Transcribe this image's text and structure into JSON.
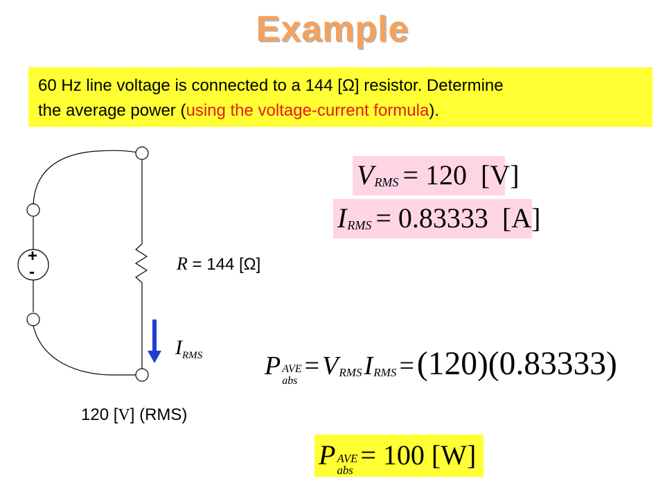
{
  "title": "Example",
  "problem": {
    "line1": "60 Hz line voltage is connected to a 144 [Ω] resistor. Determine",
    "line2_start": "the average power (",
    "line2_red": "using the voltage-current formula",
    "line2_end": ")."
  },
  "circuit": {
    "plus": "+",
    "minus": "-",
    "resistor_label_symbol": "R",
    "resistor_label_value": " = 144 [Ω]",
    "current_symbol": "I",
    "current_sub": "RMS",
    "source_label_start": "120 [",
    "source_label_unit": "V",
    "source_label_end": "] (RMS)"
  },
  "equations": {
    "vrms": {
      "symbol": "V",
      "sub": "RMS",
      "rhs": "= 120  [V]"
    },
    "irms": {
      "symbol": "I",
      "sub": "RMS",
      "rhs": "= 0.83333  [A]"
    },
    "pave": {
      "symbol": "P",
      "sup": "AVE",
      "sub": "abs",
      "eq": "=",
      "v": "V",
      "v_sub": "RMS",
      "i": "I",
      "i_sub": "RMS",
      "eq2": "=",
      "f1": "(120)",
      "f2": "(0.83333)"
    },
    "result": {
      "symbol": "P",
      "sup": "AVE",
      "sub": "abs",
      "rhs": "= 100 [W]"
    }
  },
  "colors": {
    "title": "#f5a15a",
    "highlight_yellow": "#ffff33",
    "highlight_pink": "#ffd5e6",
    "red_text": "#e41b1b",
    "arrow_blue": "#1f3fcc"
  }
}
